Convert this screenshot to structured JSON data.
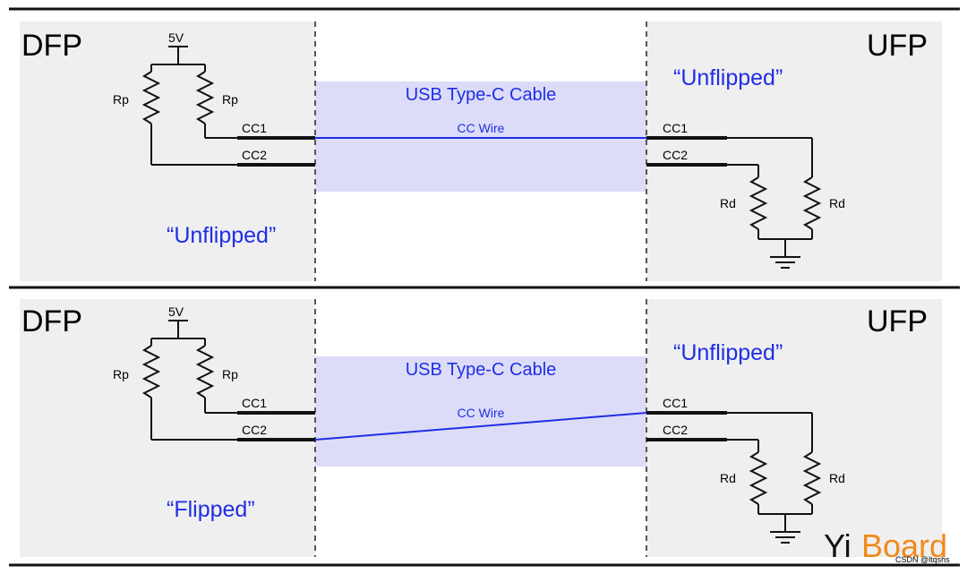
{
  "panels": [
    {
      "dfp_label": "DFP",
      "ufp_label": "UFP",
      "voltage": "5V",
      "rp_left": "Rp",
      "rp_right": "Rp",
      "dfp_cc1": "CC1",
      "dfp_cc2": "CC2",
      "cable_title": "USB Type-C Cable",
      "wire_label": "CC Wire",
      "ufp_cc1": "CC1",
      "ufp_cc2": "CC2",
      "rd_left": "Rd",
      "rd_right": "Rd",
      "dfp_status": "“Unflipped”",
      "ufp_status": "“Unflipped”",
      "wire_connection": "CC1-CC1"
    },
    {
      "dfp_label": "DFP",
      "ufp_label": "UFP",
      "voltage": "5V",
      "rp_left": "Rp",
      "rp_right": "Rp",
      "dfp_cc1": "CC1",
      "dfp_cc2": "CC2",
      "cable_title": "USB Type-C Cable",
      "wire_label": "CC Wire",
      "ufp_cc1": "CC1",
      "ufp_cc2": "CC2",
      "rd_left": "Rd",
      "rd_right": "Rd",
      "dfp_status": "“Flipped”",
      "ufp_status": "“Unflipped”",
      "wire_connection": "CC2-CC1"
    }
  ],
  "watermark": {
    "brand_yi": "Yi",
    "brand_board": "Board",
    "csdn": "CSDN @ltqshs"
  },
  "colors": {
    "panel_bg": "#efefef",
    "cable_band": "#dcdcf8",
    "wire": "#1f2ee6",
    "status_text": "#1f2ee6",
    "brand_yi": "#111111",
    "brand_board": "#f08a1c"
  }
}
